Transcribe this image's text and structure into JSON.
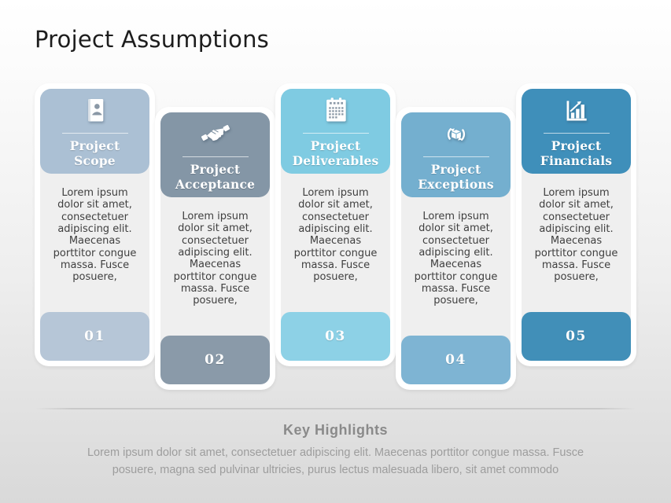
{
  "page": {
    "title": "Project Assumptions"
  },
  "columns": [
    {
      "title": "Project\nScope",
      "body": "Lorem ipsum\ndolor sit amet,\nconsectetuer\nadipiscing elit.\nMaecenas\nporttitor congue\nmassa. Fusce\nposuere,",
      "number": "01",
      "icon": "contact-card-icon",
      "header_color": "#abc0d4",
      "badge_color": "#b6c6d7"
    },
    {
      "title": "Project\nAcceptance",
      "body": "Lorem ipsum\ndolor sit amet,\nconsectetuer\nadipiscing elit.\nMaecenas\nporttitor congue\nmassa. Fusce\nposuere,",
      "number": "02",
      "icon": "handshake-icon",
      "header_color": "#8496a6",
      "badge_color": "#8a9aa9"
    },
    {
      "title": "Project\nDeliverables",
      "body": "Lorem ipsum\ndolor sit amet,\nconsectetuer\nadipiscing elit.\nMaecenas\nporttitor congue\nmassa. Fusce\nposuere,",
      "number": "03",
      "icon": "calendar-icon",
      "header_color": "#7fcbe2",
      "badge_color": "#8dd1e6"
    },
    {
      "title": "Project\nExceptions",
      "body": "Lorem ipsum\ndolor sit amet,\nconsectetuer\nadipiscing elit.\nMaecenas\nporttitor congue\nmassa. Fusce\nposuere,",
      "number": "04",
      "icon": "cycle-box-icon",
      "header_color": "#74afcf",
      "badge_color": "#7eb4d3"
    },
    {
      "title": "Project\nFinancials",
      "body": "Lorem ipsum\ndolor sit amet,\nconsectetuer\nadipiscing elit.\nMaecenas\nporttitor congue\nmassa. Fusce\nposuere,",
      "number": "05",
      "icon": "bar-chart-icon",
      "header_color": "#3f8fba",
      "badge_color": "#418fb8"
    }
  ],
  "highlights": {
    "title": "Key Highlights",
    "body": "Lorem ipsum dolor sit amet, consectetuer adipiscing elit. Maecenas porttitor congue massa. Fusce\nposuere, magna sed pulvinar ultricies, purus lectus malesuada libero, sit amet commodo"
  }
}
